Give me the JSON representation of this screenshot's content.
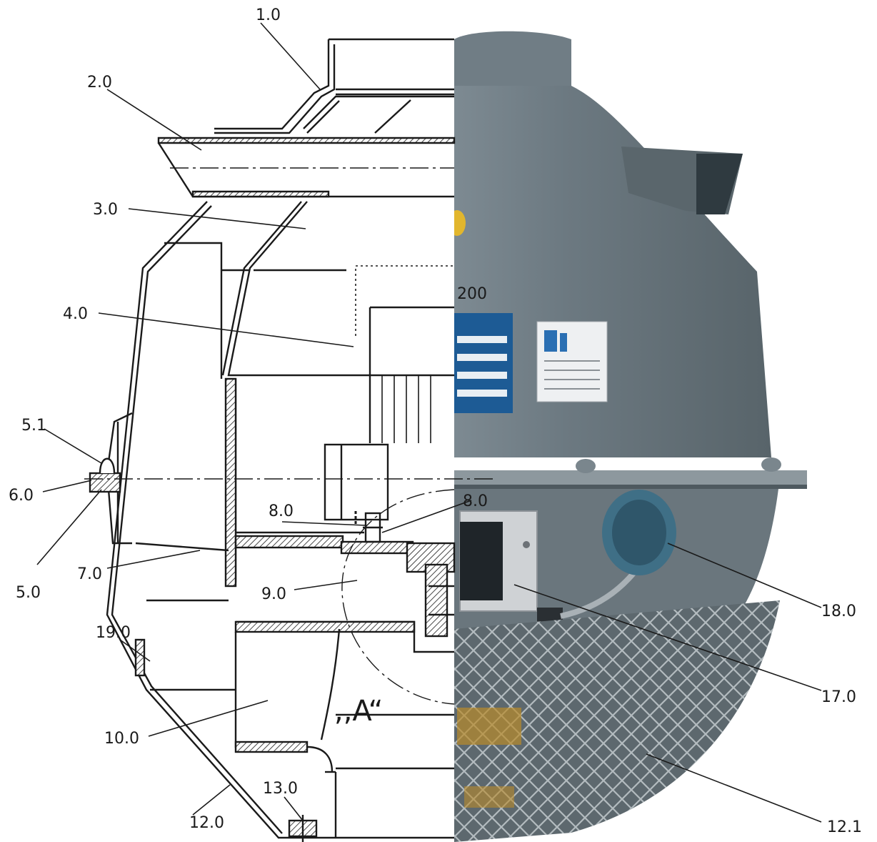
{
  "diagram": {
    "labels": {
      "l1_0": "1.0",
      "l2_0": "2.0",
      "l3_0": "3.0",
      "l4_0": "4.0",
      "l5_1": "5.1",
      "l6_0": "6.0",
      "l5_0": "5.0",
      "l7_0": "7.0",
      "l8_0a": "8.0",
      "l8_0b": "8.0",
      "l9_0": "9.0",
      "l19_0": "19.0",
      "l10_0": "10.0",
      "l12_0": "12.0",
      "l13_0": "13.0",
      "l18_0": "18.0",
      "l17_0": "17.0",
      "l12_1": "12.1",
      "detail": ",,A“",
      "model": "200"
    },
    "colors": {
      "line": "#1a1a1a",
      "hatch": "#1a1a1a",
      "housing": "#6e7c84",
      "housing_light": "#8a979e",
      "housing_dark": "#4f5a60",
      "mesh": "#9aa3a8",
      "box": "#c9ccd0"
    }
  }
}
